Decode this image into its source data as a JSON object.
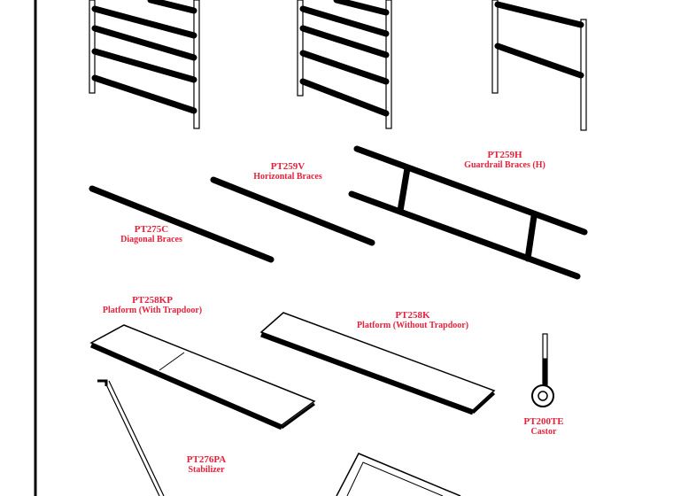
{
  "accent_color": "#e8203c",
  "parts": [
    {
      "code": "PT259V",
      "name": "Horizontal Braces"
    },
    {
      "code": "PT259H",
      "name": "Guardrail Braces (H)"
    },
    {
      "code": "PT275C",
      "name": "Diagonal Braces"
    },
    {
      "code": "PT258KP",
      "name": "Platform (With Trapdoor)"
    },
    {
      "code": "PT258K",
      "name": "Platform (Without Trapdoor)"
    },
    {
      "code": "PT200TE",
      "name": "Castor"
    },
    {
      "code": "PT276PA",
      "name": "Stabilizer"
    }
  ]
}
